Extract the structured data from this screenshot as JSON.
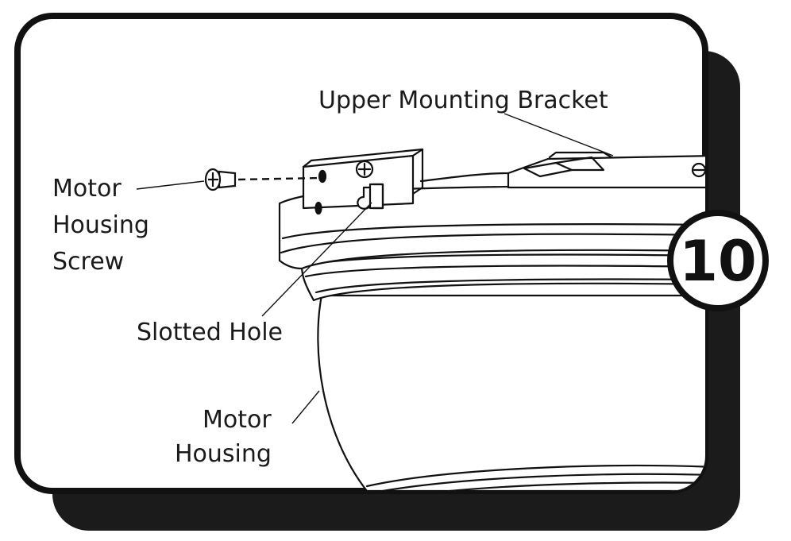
{
  "step": {
    "number": "10"
  },
  "labels": {
    "upper_mounting_bracket": "Upper Mounting Bracket",
    "motor_housing_screw": [
      "Motor",
      "Housing",
      "Screw"
    ],
    "slotted_hole": "Slotted Hole",
    "motor_housing": [
      "Motor",
      "Housing"
    ]
  },
  "colors": {
    "ink": "#111111",
    "shadow": "#1b1b1b",
    "paper": "#ffffff"
  }
}
